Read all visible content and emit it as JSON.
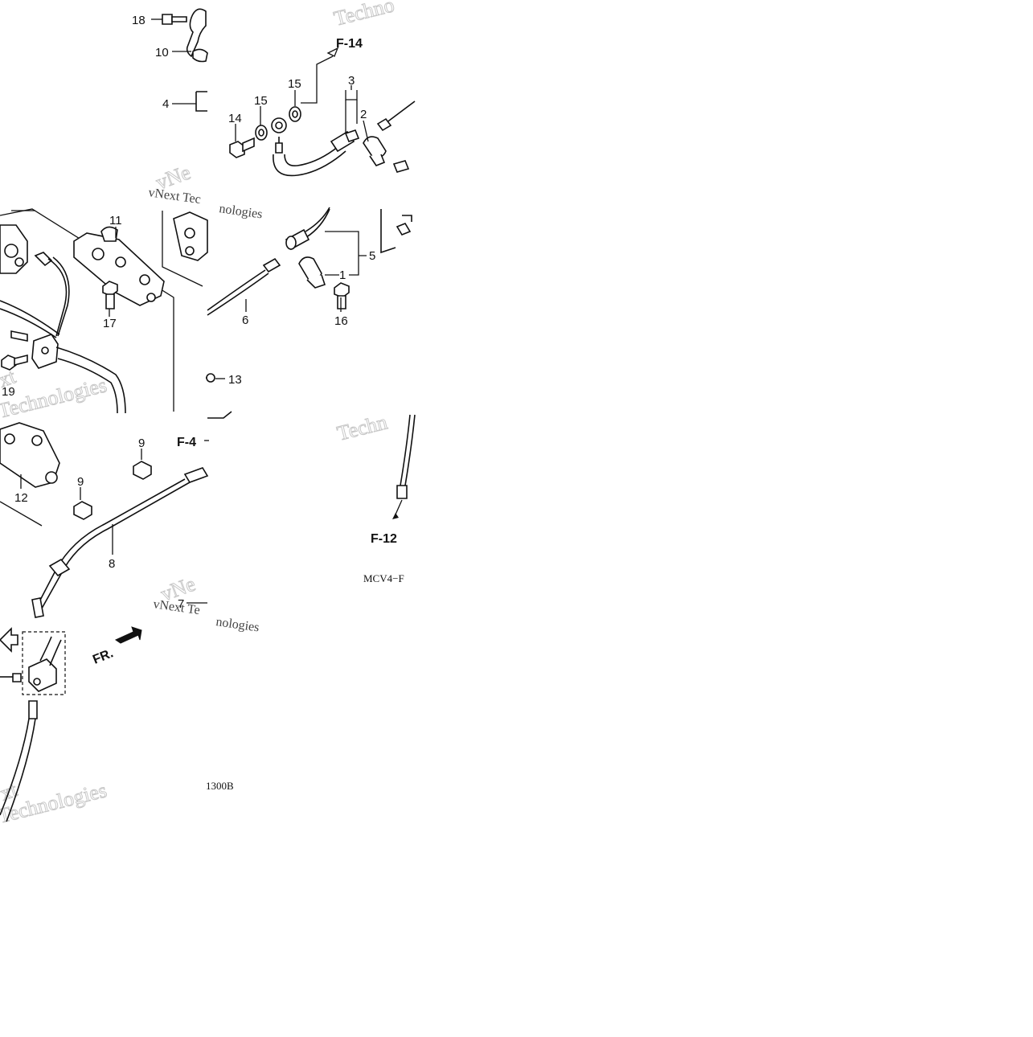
{
  "callouts": {
    "c1": "1",
    "c2": "2",
    "c3": "3",
    "c4": "4",
    "c5": "5",
    "c6": "6",
    "c7": "7",
    "c8": "8",
    "c9a": "9",
    "c9b": "9",
    "c10": "10",
    "c11": "11",
    "c12": "12",
    "c13": "13",
    "c14": "14",
    "c15a": "15",
    "c15b": "15",
    "c16": "16",
    "c17": "17",
    "c18": "18",
    "c19": "19"
  },
  "refs": {
    "f14": "F-14",
    "f4": "F-4",
    "f12": "F-12",
    "fr": "FR."
  },
  "codes": {
    "code_right": "MCV4−F",
    "code_bottom": "1300B"
  },
  "watermarks": {
    "w1": "Techno",
    "w2": "vNext Tec",
    "w3": "nologies",
    "w4": "Technologies",
    "w5": "Techn",
    "w6": "vNext Te",
    "w7": "nologies",
    "w8": "Technologies",
    "w9": "vNe",
    "w10": "xt",
    "w11": "vNe",
    "w12": "xt"
  }
}
